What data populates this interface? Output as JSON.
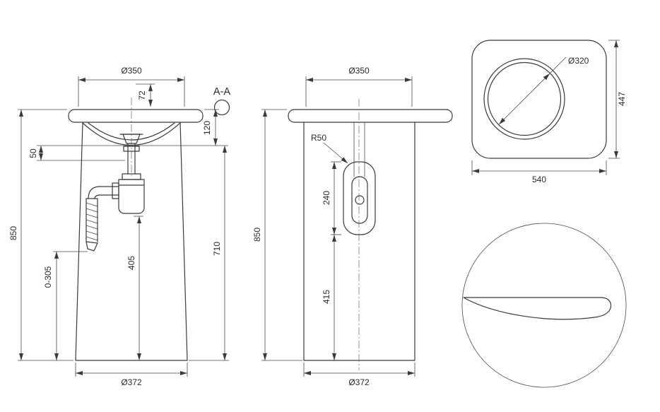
{
  "background_color": "#ffffff",
  "line_color": "#3a3a3a",
  "section_marker": {
    "label": "A-A"
  },
  "side_section_view": {
    "dim_basin_diameter": "Ø350",
    "dim_drain_offset": "72",
    "dim_rim_depth": "120",
    "dim_bowl_bottom_thickness": "50",
    "dim_overall_height": "850",
    "dim_outlet_adjustable_range": "0-305",
    "dim_trap_height": "405",
    "dim_underrim_height": "710",
    "dim_base_diameter": "Ø372"
  },
  "front_view": {
    "dim_basin_diameter": "Ø350",
    "dim_recess_corner_radius": "R50",
    "dim_recess_height": "240",
    "dim_recess_bottom_height": "415",
    "dim_overall_height": "850",
    "dim_base_diameter": "Ø372"
  },
  "top_view": {
    "dim_bowl_inner_diameter": "Ø320",
    "dim_overall_depth": "447",
    "dim_overall_width": "540"
  }
}
